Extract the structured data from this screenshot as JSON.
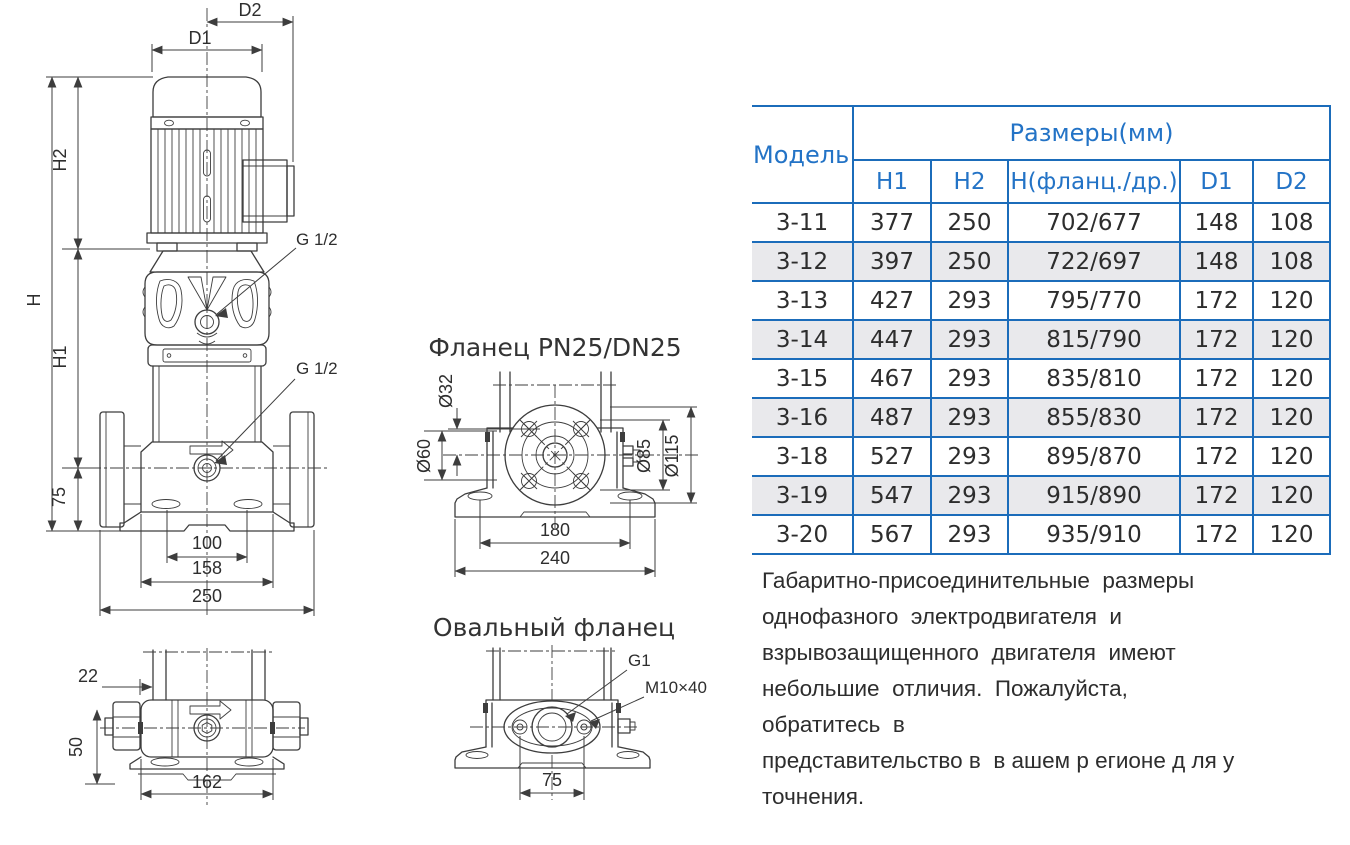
{
  "drawing": {
    "main_view": {
      "dim_d1": "D1",
      "dim_d2": "D2",
      "dim_h": "H",
      "dim_h1": "H1",
      "dim_h2": "H2",
      "dim_75": "75",
      "dim_100": "100",
      "dim_158": "158",
      "dim_250": "250",
      "port_top_label": "G 1/2",
      "port_side_label": "G 1/2"
    },
    "bottom_view": {
      "dim_22": "22",
      "dim_50": "50",
      "dim_162": "162"
    },
    "flange_view": {
      "title": "Фланец PN25/DN25",
      "dim_d32": "Ø32",
      "dim_d60": "Ø60",
      "dim_d85": "Ø85",
      "dim_d115": "Ø115",
      "dim_180": "180",
      "dim_240": "240"
    },
    "oval_flange_view": {
      "title": "Овальный фланец",
      "thread_label": "G1",
      "bolt_label": "M10×40",
      "dim_75": "75"
    }
  },
  "table": {
    "model_header": "Модель",
    "sizes_header": "Размеры(мм)",
    "columns": [
      "H1",
      "H2",
      "Н(фланц./др.)",
      "D1",
      "D2"
    ],
    "rows": [
      {
        "model": "3-11",
        "values": [
          "377",
          "250",
          "702/677",
          "148",
          "108"
        ]
      },
      {
        "model": "3-12",
        "values": [
          "397",
          "250",
          "722/697",
          "148",
          "108"
        ]
      },
      {
        "model": "3-13",
        "values": [
          "427",
          "293",
          "795/770",
          "172",
          "120"
        ]
      },
      {
        "model": "3-14",
        "values": [
          "447",
          "293",
          "815/790",
          "172",
          "120"
        ]
      },
      {
        "model": "3-15",
        "values": [
          "467",
          "293",
          "835/810",
          "172",
          "120"
        ]
      },
      {
        "model": "3-16",
        "values": [
          "487",
          "293",
          "855/830",
          "172",
          "120"
        ]
      },
      {
        "model": "3-18",
        "values": [
          "527",
          "293",
          "895/870",
          "172",
          "120"
        ]
      },
      {
        "model": "3-19",
        "values": [
          "547",
          "293",
          "915/890",
          "172",
          "120"
        ]
      },
      {
        "model": "3-20",
        "values": [
          "567",
          "293",
          "935/910",
          "172",
          "120"
        ]
      }
    ]
  },
  "note": {
    "text": "Габаритно-присоединительные  размеры\nоднофазного  электродвигателя  и\nвзрывозащищенного  двигателя  имеют\nнебольшие  отличия.  Пожалуйста,\nобратитесь  в\nпредставительство в  в ашем р егионе д ля у\nточнения."
  },
  "colors": {
    "accent_blue": "#1b6cba",
    "header_text_blue": "#2373c6",
    "row_alt_gray": "#e9e9ec",
    "drawing_line": "#3d3d3d"
  }
}
